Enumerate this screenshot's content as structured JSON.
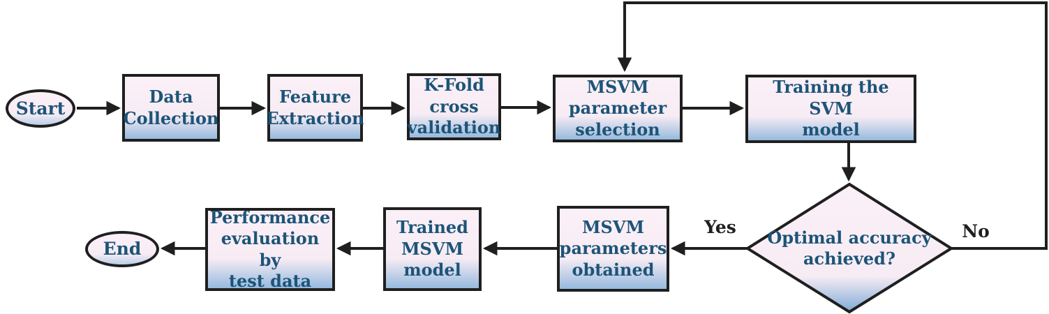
{
  "flowchart": {
    "nodes": {
      "start": {
        "label": "Start",
        "type": "terminator"
      },
      "data_collection": {
        "label": "Data\nCollection",
        "type": "process"
      },
      "feature_extraction": {
        "label": "Feature\nExtraction",
        "type": "process"
      },
      "kfold_cross_validation": {
        "label": "K-Fold\ncross\nvalidation",
        "type": "process"
      },
      "msvm_parameter_selection": {
        "label": "MSVM\nparameter\nselection",
        "type": "process"
      },
      "training_svm_model": {
        "label": "Training the SVM\nmodel",
        "type": "process"
      },
      "optimal_accuracy_decision": {
        "label": "Optimal accuracy\nachieved?",
        "type": "decision"
      },
      "msvm_parameters_obtained": {
        "label": "MSVM\nparameters\nobtained",
        "type": "process"
      },
      "trained_msvm_model": {
        "label": "Trained\nMSVM\nmodel",
        "type": "process"
      },
      "performance_evaluation": {
        "label": "Performance\nevaluation by\ntest data",
        "type": "process"
      },
      "end": {
        "label": "End",
        "type": "terminator"
      }
    },
    "edge_labels": {
      "yes": "Yes",
      "no": "No"
    },
    "colors": {
      "node_fill_top": "#fbf0f7",
      "node_fill_mid": "#f7ecf4",
      "node_fill_bottom": "#96bade",
      "node_border": "#1f1f1f",
      "text": "#1d5478",
      "arrow": "#1f1f1f",
      "edge_label_text": "#1f1f1f",
      "background": "#ffffff"
    }
  }
}
